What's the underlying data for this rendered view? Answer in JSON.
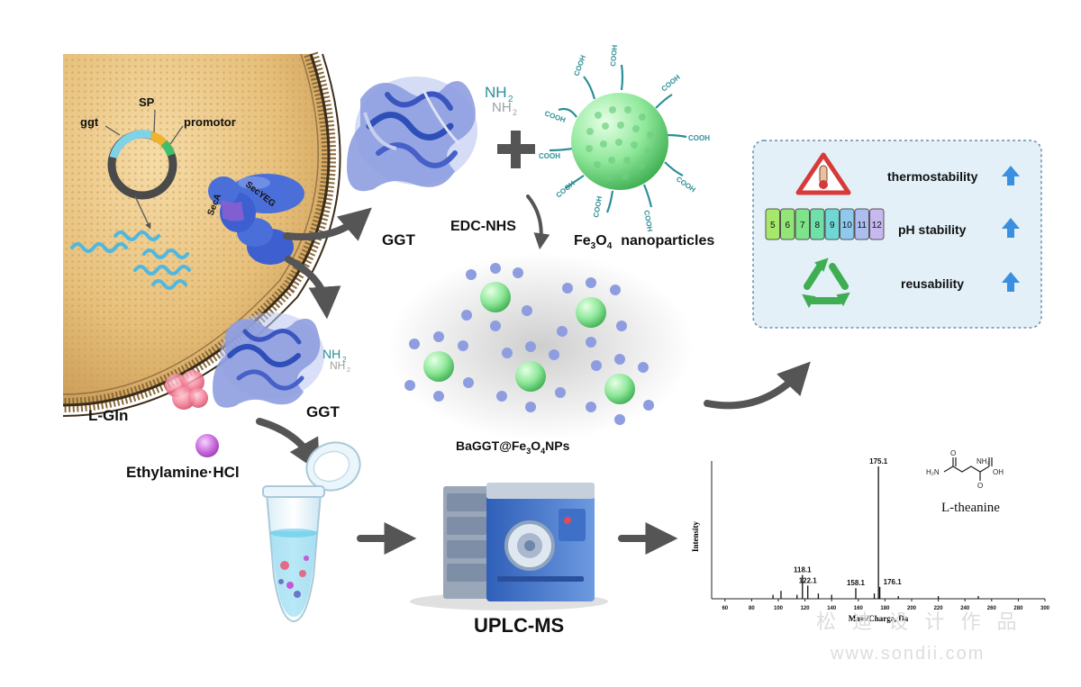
{
  "cell": {
    "plasmid_labels": {
      "sp": "SP",
      "ggt": "ggt",
      "promotor": "promotor"
    },
    "transporter": {
      "seca": "SecA",
      "secyeg": "SecYEG"
    }
  },
  "labels": {
    "ggt_top": "GGT",
    "ggt_mid": "GGT",
    "nh2_top_a": "NH",
    "nh2_top_b": "NH",
    "nh2_mid_a": "NH",
    "nh2_mid_b": "NH",
    "sub2": "2",
    "edc": "EDC-NHS",
    "fe3o4_prefix": "Fe",
    "fe3o4_3": "3",
    "fe3o4_o": "O",
    "fe3o4_4": "4",
    "fe3o4_suffix": "nanoparticles",
    "cooh": "COOH",
    "product_prefix": "BaGGT@Fe",
    "product_3": "3",
    "product_o": "O",
    "product_4": "4",
    "product_suffix": "NPs",
    "lgln": "L-Gln",
    "ethylamine": "Ethylamine·HCl",
    "uplc": "UPLC-MS"
  },
  "properties": {
    "thermostability": "thermostability",
    "ph_stability": "pH stability",
    "reusability": "reusability",
    "ph_scale": [
      "5",
      "6",
      "7",
      "8",
      "9",
      "10",
      "11",
      "12"
    ]
  },
  "colors": {
    "membrane": "#e6bf7a",
    "transporter": "#4a6fd8",
    "nanoparticle": "#8fe89a",
    "panel_bg": "#e3f0f8",
    "arrow": "#555555",
    "up_arrow": "#3a8fe0"
  },
  "chart_data": {
    "type": "bar",
    "xlabel": "Mass/Charge, Da",
    "ylabel": "Intensity",
    "x_ticks": [
      60,
      80,
      100,
      120,
      140,
      160,
      180,
      200,
      220,
      240,
      260,
      280,
      300
    ],
    "xlim": [
      50,
      300
    ],
    "peaks": [
      {
        "x": 96,
        "y": 3
      },
      {
        "x": 102,
        "y": 6
      },
      {
        "x": 114,
        "y": 3
      },
      {
        "x": 118.1,
        "y": 18,
        "label": "118.1"
      },
      {
        "x": 122.1,
        "y": 10,
        "label": "122.1"
      },
      {
        "x": 130,
        "y": 4
      },
      {
        "x": 140,
        "y": 3
      },
      {
        "x": 158.1,
        "y": 8,
        "label": "158.1"
      },
      {
        "x": 172,
        "y": 4
      },
      {
        "x": 175.1,
        "y": 100,
        "label": "175.1"
      },
      {
        "x": 176.1,
        "y": 9,
        "label": "176.1"
      },
      {
        "x": 190,
        "y": 2
      },
      {
        "x": 220,
        "y": 2
      },
      {
        "x": 250,
        "y": 2
      }
    ],
    "compound": "L-theanine",
    "structure_labels": {
      "left": "H₂N",
      "top": "NH₂",
      "right": "OH",
      "o1": "O",
      "o2": "O"
    }
  },
  "watermark": {
    "line1": "松 迪 设 计 作 品",
    "line2": "www.sondii.com"
  }
}
